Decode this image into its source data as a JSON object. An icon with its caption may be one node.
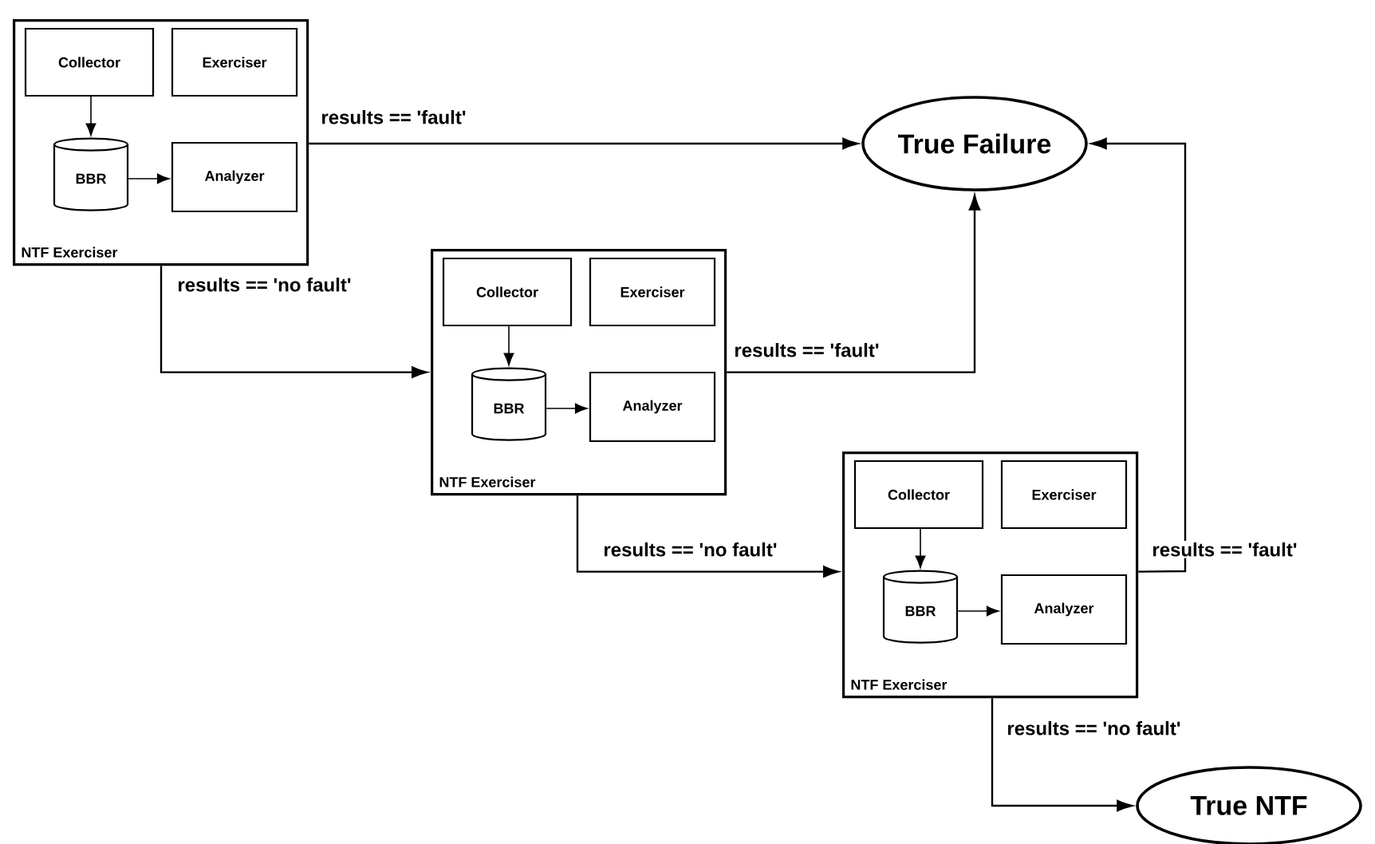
{
  "diagram": {
    "nodes": [
      {
        "text": [
          "NTF Exerciser"
        ]
      },
      {
        "text": [
          "Collector"
        ],
        "in": 0
      },
      {
        "text": [
          "Exerciser"
        ],
        "in": 0
      },
      {
        "text": [
          "BBR"
        ],
        "in": 0
      },
      {
        "text": [
          "Analyzer"
        ],
        "in": 0
      },
      {
        "text": [
          "NTF Exerciser"
        ]
      },
      {
        "text": [
          "Collector"
        ],
        "in": 5
      },
      {
        "text": [
          "Exerciser"
        ],
        "in": 5
      },
      {
        "text": [
          "BBR"
        ],
        "in": 5
      },
      {
        "text": [
          "Analyzer"
        ],
        "in": 5
      },
      {
        "text": [
          "NTF Exerciser"
        ]
      },
      {
        "text": [
          "Collector"
        ],
        "in": 10
      },
      {
        "text": [
          "Exerciser"
        ],
        "in": 10
      },
      {
        "text": [
          "BBR"
        ],
        "in": 10
      },
      {
        "text": [
          "Analyzer"
        ],
        "in": 10
      },
      {
        "text": [
          "True Failure"
        ]
      },
      {
        "text": [
          "True NTF"
        ]
      }
    ],
    "edges": [
      {
        "from": 1,
        "to": 3,
        "arrow": "to"
      },
      {
        "from": 3,
        "to": 4,
        "arrow": "to"
      },
      {
        "from": 6,
        "to": 8,
        "arrow": "to"
      },
      {
        "from": 8,
        "to": 9,
        "arrow": "to"
      },
      {
        "from": 11,
        "to": 13,
        "arrow": "to"
      },
      {
        "from": 13,
        "to": 14,
        "arrow": "to"
      },
      {
        "from": 0,
        "to": 15,
        "arrow": "to",
        "label": "results == 'fault'"
      },
      {
        "from": 0,
        "to": 5,
        "arrow": "to",
        "label": "results == 'no fault'"
      },
      {
        "from": 5,
        "to": 15,
        "arrow": "to",
        "label": "results == 'fault'"
      },
      {
        "from": 5,
        "to": 10,
        "arrow": "to",
        "label": "results == 'no fault'"
      },
      {
        "from": 10,
        "to": 15,
        "arrow": "to",
        "label": "results == 'fault'"
      },
      {
        "from": 10,
        "to": 16,
        "arrow": "to",
        "label": "results == 'no fault'"
      }
    ]
  }
}
